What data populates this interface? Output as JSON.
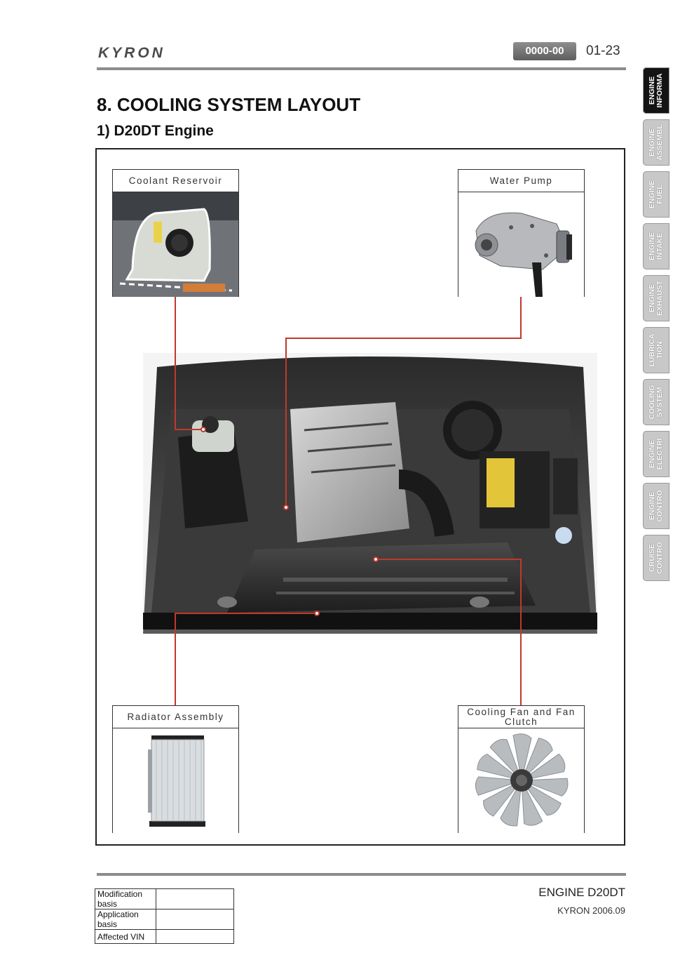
{
  "header": {
    "logo_text": "KYRON",
    "code_badge": "0000-00",
    "page_number": "01-23"
  },
  "content": {
    "section_title": "8. COOLING SYSTEM LAYOUT",
    "sub_title": "1) D20DT Engine"
  },
  "side_tabs": [
    {
      "label": "ENGINE\nINFORMA",
      "active": true
    },
    {
      "label": "ENGINE\nASSEMBL",
      "active": false
    },
    {
      "label": "ENGINE\nFUEL",
      "active": false
    },
    {
      "label": "ENGINE\nINTAKE",
      "active": false
    },
    {
      "label": "ENGINE\nEXHAUST",
      "active": false
    },
    {
      "label": "LUBRICA\nTION",
      "active": false
    },
    {
      "label": "COOLING\nSYSTEM",
      "active": false
    },
    {
      "label": "ENGINE\nELECTRI",
      "active": false
    },
    {
      "label": "ENGINE\nCONTRO",
      "active": false
    },
    {
      "label": "CRUISE\nCONTRO",
      "active": false
    }
  ],
  "diagram": {
    "callouts": {
      "coolant_reservoir": "Coolant Reservoir",
      "water_pump": "Water Pump",
      "radiator_assembly": "Radiator Assembly",
      "cooling_fan": "Cooling Fan and Fan Clutch"
    },
    "leader_color": "#c0392b"
  },
  "footer": {
    "model": "ENGINE D20DT",
    "date": "KYRON 2006.09",
    "table": [
      {
        "label": "Modification basis",
        "value": ""
      },
      {
        "label": "Application basis",
        "value": ""
      },
      {
        "label": "Affected VIN",
        "value": ""
      }
    ]
  }
}
